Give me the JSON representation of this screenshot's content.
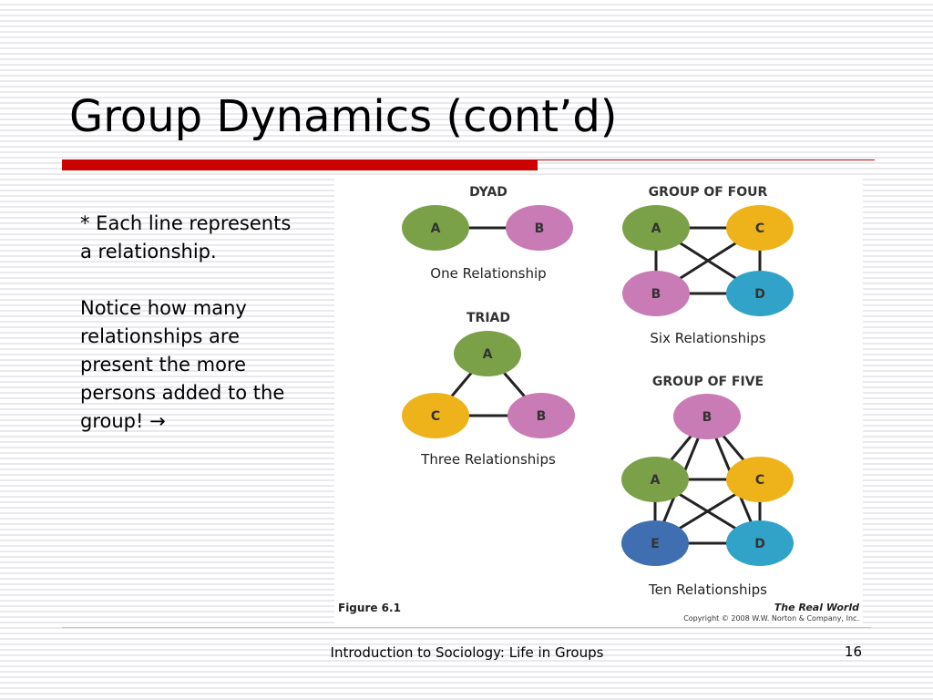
{
  "slide": {
    "title": "Group Dynamics (cont’d)",
    "bullet_1": "*  Each line represents a relationship.",
    "bullet_2": "Notice how many relationships are present the more persons added to the group!  →"
  },
  "figure": {
    "dyad": {
      "heading": "DYAD",
      "caption": "One Relationship",
      "nodes": [
        {
          "label": "A",
          "color": "#7aa148"
        },
        {
          "label": "B",
          "color": "#c97bb5"
        }
      ]
    },
    "triad": {
      "heading": "TRIAD",
      "caption": "Three Relationships",
      "nodes": [
        {
          "label": "A",
          "color": "#7aa148"
        },
        {
          "label": "C",
          "color": "#eeb31a"
        },
        {
          "label": "B",
          "color": "#c97bb5"
        }
      ]
    },
    "group_of_four": {
      "heading": "GROUP OF FOUR",
      "caption": "Six Relationships",
      "nodes": [
        {
          "label": "A",
          "color": "#7aa148"
        },
        {
          "label": "C",
          "color": "#eeb31a"
        },
        {
          "label": "B",
          "color": "#c97bb5"
        },
        {
          "label": "D",
          "color": "#32a3c8"
        }
      ]
    },
    "group_of_five": {
      "heading": "GROUP OF FIVE",
      "caption": "Ten Relationships",
      "nodes": [
        {
          "label": "B",
          "color": "#c97bb5"
        },
        {
          "label": "A",
          "color": "#7aa148"
        },
        {
          "label": "C",
          "color": "#eeb31a"
        },
        {
          "label": "E",
          "color": "#3f6fb0"
        },
        {
          "label": "D",
          "color": "#32a3c8"
        }
      ]
    },
    "figure_number": "Figure 6.1",
    "publisher": "The Real World",
    "copyright": "Copyright © 2008 W.W. Norton & Company, Inc."
  },
  "footer": {
    "course": "Introduction to Sociology: Life in Groups",
    "page_number": "16"
  }
}
